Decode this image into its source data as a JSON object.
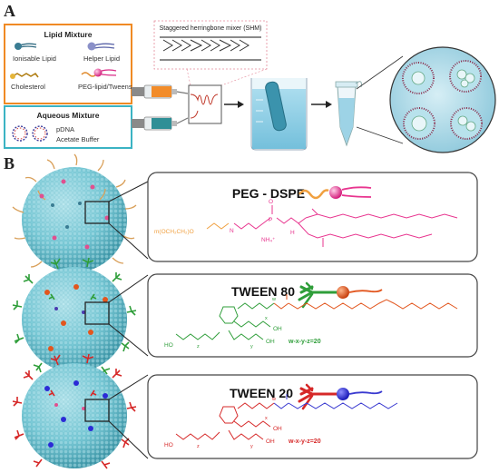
{
  "panel_a": {
    "label": "A",
    "lipid_box": {
      "title": "Lipid Mixture",
      "ionisable": "Ionisable Lipid",
      "helper": "Helper Lipid",
      "cholesterol": "Cholesterol",
      "peg": "PEG-lipid/Tweens",
      "color": "#f08a24"
    },
    "aqueous_box": {
      "title": "Aqueous Mixture",
      "pdna": "pDNA",
      "buffer": "Acetate Buffer",
      "color": "#3bb3c3"
    },
    "mixer_label": "Staggered herringbone mixer (SHM)"
  },
  "panel_b": {
    "label": "B",
    "peg": {
      "name": "PEG - DSPE",
      "head_color": "#e8358f",
      "stem_color": "#f0a040",
      "tail_color": "#e8358f",
      "fragment_1": "m(OCH₂CH₂)O",
      "fragment_2": "NH₄⁺",
      "fragment_3": "N",
      "fragment_4": "H",
      "fragment_5": "O",
      "fragment_6": "P"
    },
    "tween80": {
      "name": "TWEEN 80",
      "head_color": "#e2561e",
      "stem_color": "#2f9e3a",
      "tail_color": "#e2561e",
      "formula": "w-x-y-z=20",
      "sub_w": "w",
      "sub_x": "x",
      "sub_y": "y",
      "sub_z": "z",
      "ho": "HO",
      "oh": "OH",
      "oh2": "OH"
    },
    "tween20": {
      "name": "TWEEN 20",
      "head_color": "#2b2bd6",
      "stem_color": "#d62828",
      "tail_color": "#3a3ad0",
      "formula": "w-x-y-z=20",
      "sub_w": "w",
      "sub_x": "x",
      "sub_y": "y",
      "sub_z": "z",
      "ho": "HO",
      "oh": "OH",
      "oh2": "OH"
    }
  }
}
